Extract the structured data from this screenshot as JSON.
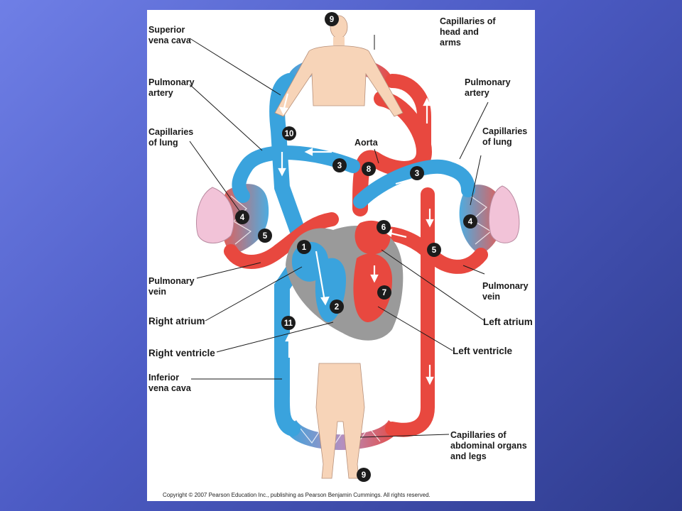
{
  "labels": {
    "superior_vena_cava": [
      "Superior",
      "vena cava"
    ],
    "capillaries_head_arms": [
      "Capillaries of",
      "head and",
      "arms"
    ],
    "pulmonary_artery_left": [
      "Pulmonary",
      "artery"
    ],
    "pulmonary_artery_right": [
      "Pulmonary",
      "artery"
    ],
    "capillaries_lung_left": [
      "Capillaries",
      "of lung"
    ],
    "capillaries_lung_right": [
      "Capillaries",
      "of lung"
    ],
    "aorta": "Aorta",
    "pulmonary_vein_left": [
      "Pulmonary",
      "vein"
    ],
    "pulmonary_vein_right": [
      "Pulmonary",
      "vein"
    ],
    "right_atrium": "Right atrium",
    "left_atrium": "Left atrium",
    "right_ventricle": "Right ventricle",
    "left_ventricle": "Left ventricle",
    "inferior_vena_cava": [
      "Inferior",
      "vena cava"
    ],
    "capillaries_abdominal_legs": [
      "Capillaries of",
      "abdominal organs",
      "and legs"
    ]
  },
  "step_numbers": {
    "top": "9",
    "bottom": "9",
    "svc": "10",
    "ivc": "11",
    "ra": "1",
    "rv": "2",
    "pa_left": "3",
    "pa_right": "3",
    "lung_left": "4",
    "lung_right": "4",
    "pv_left": "5",
    "pv_right": "5",
    "la": "6",
    "lv": "7",
    "aorta": "8"
  },
  "copyright": "Copyright © 2007 Pearson Education Inc., publishing as Pearson Benjamin Cummings. All rights reserved.",
  "colors": {
    "oxygenated": "#e8483f",
    "deoxygenated": "#3aa3dd",
    "skin": "#f7d4b8",
    "heart": "#9a9a9a",
    "lung": "#f2c3d8",
    "marker": "#1c1c1c"
  }
}
